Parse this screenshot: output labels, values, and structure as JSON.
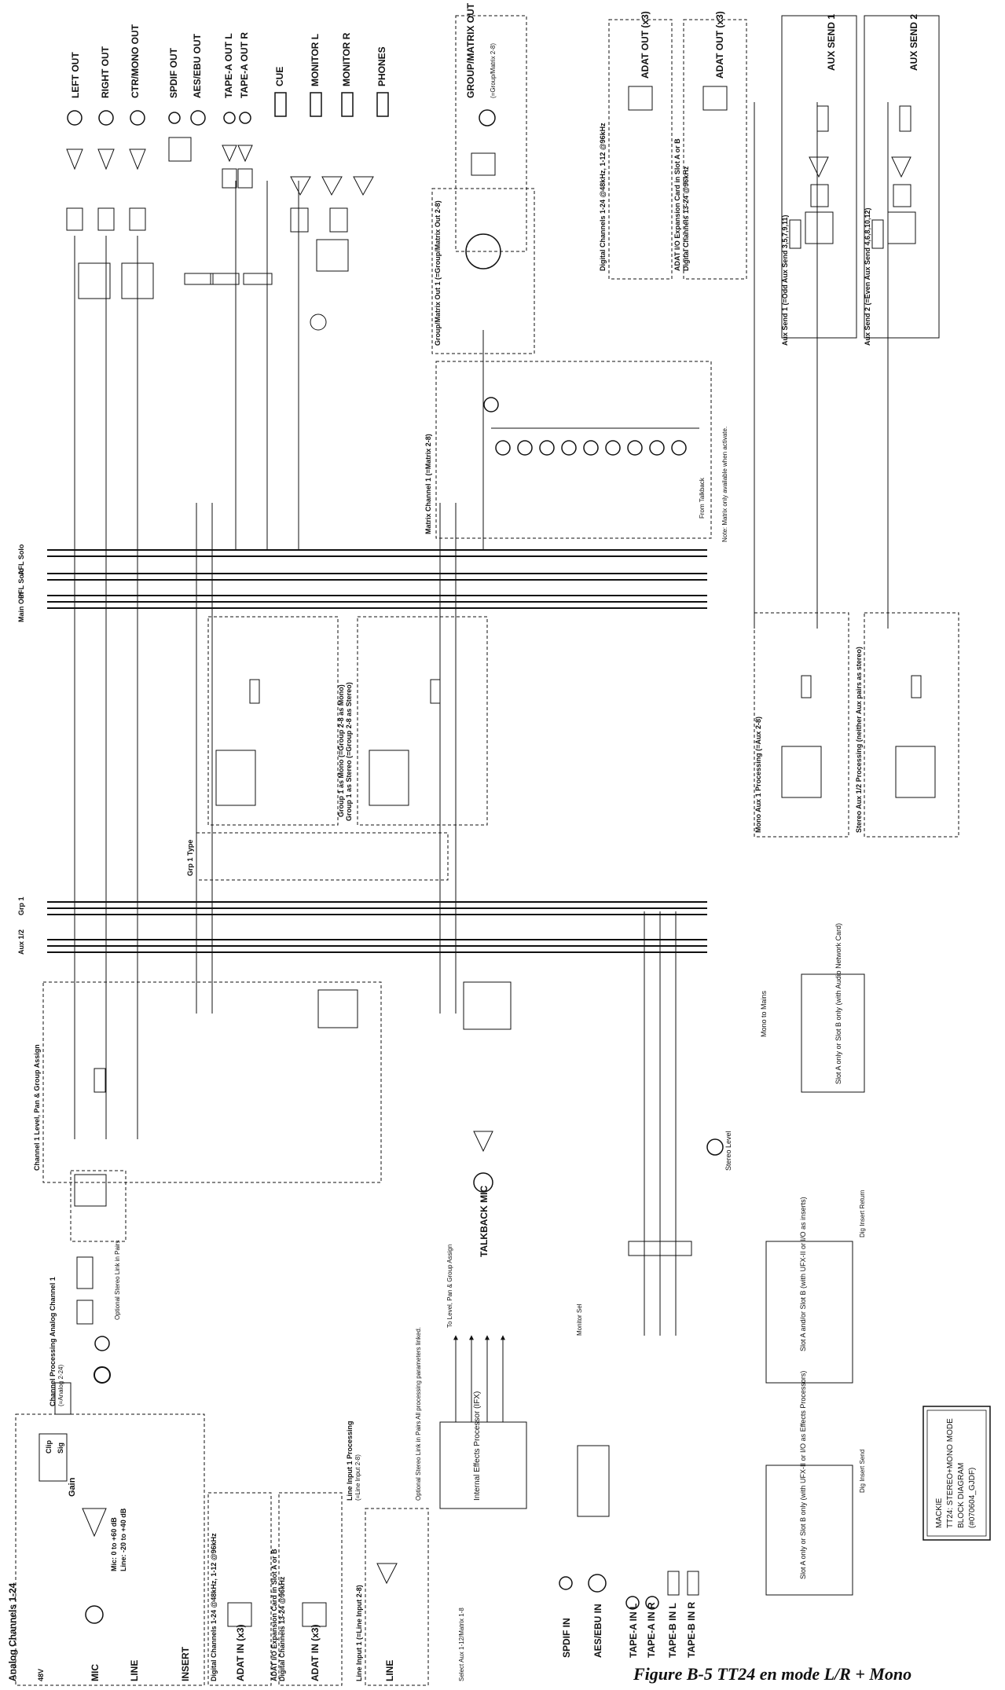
{
  "title_box": {
    "line1": "MACKIE",
    "line2": "TT24: STEREO+MONO MODE",
    "line3": "BLOCK DIAGRAM",
    "line4": "(#070604_GJDF)"
  },
  "figure_caption": "Figure B-5 TT24 en mode L/R + Mono",
  "outputs_top": [
    "LEFT OUT",
    "RIGHT OUT",
    "CTR/MONO OUT",
    "SPDIF OUT",
    "AES/EBU OUT",
    "TAPE-A OUT L",
    "TAPE-A OUT R",
    "CUE",
    "MONITOR L",
    "MONITOR R",
    "PHONES"
  ],
  "group_matrix_out": "GROUP/MATRIX OUT 1",
  "group_matrix_out_sub": "(=Group/Matrix 2-8)",
  "adat_out": [
    "ADAT OUT (x3)",
    "ADAT OUT (x3)"
  ],
  "aux_sends": [
    "AUX SEND 1",
    "AUX SEND 2"
  ],
  "section_titles": {
    "analog_channels": "Analog Channels 1-24",
    "channel_processing": "Channel Processing Analog Channel 1",
    "channel_processing_sub": "(=Analog 2-24)",
    "channel_level": "Channel 1 Level, Pan & Group Assign",
    "group1_mono": "Group 1 as Mono (=Group 2-8 as Mono)",
    "group1_stereo": "Group 1 as Stereo (=Group 2-8 as Stereo)",
    "grp1_type": "Grp 1 Type",
    "matrix_channel": "Matrix Channel 1 (=Matrix 2-8)",
    "group_matrix_out1": "Group/Matrix Out 1 (=Group/Matrix Out 2-8)",
    "digital_channels_out": "Digital Channels 1-24 @48kHz, 1-12 @96kHz",
    "adat_card_out": "ADAT I/O Expansion Card in Slot A or B",
    "adat_card_out2": "Digital Channels 13-24 @96kHz",
    "aux_send1": "Aux Send 1 (=Odd Aux Send 3,5,7,9,11)",
    "aux_send2": "Aux Send 2 (=Even Aux Send 4,6,8,10,12)",
    "mono_aux": "Mono Aux 1 Processing (=Aux 2-8)",
    "stereo_aux": "Stereo Aux 1/2 Processing (neither Aux pairs as stereo)",
    "line_input": "Line Input 1 Processing",
    "line_input_sub": "(=Line Input 2-8)",
    "line_input1": "Line Input 1 (=Line Input 2-8)",
    "digital_channels_in": "Digital Channels 1-24 @48kHz, 1-12 @96kHz",
    "adat_card_in": "ADAT I/O Expansion Card in Slot A or B",
    "adat_card_in2": "Digital Channels 13-24 @96kHz"
  },
  "bus_labels": [
    "AFL Solo",
    "PFL Solo",
    "Main Out",
    "Grp 1",
    "Aux 1/2"
  ],
  "inputs_bottom": [
    "MIC",
    "LINE",
    "INSERT",
    "ADAT IN (x3)",
    "ADAT IN (x3)",
    "LINE",
    "SPDIF IN",
    "AES/EBU IN",
    "TAPE-A IN L",
    "TAPE-A IN R",
    "TAPE-B IN L",
    "TAPE-B IN R",
    "TALKBACK MIC"
  ],
  "small_labels": {
    "gain": "Gain",
    "clip": "Clip",
    "sig": "Sig",
    "mic_range": "Mic: 0 to +60 dB",
    "line_range": "Line: -20 to +40 dB",
    "v48": "48V",
    "ifx": "Internal Effects Processor (IFX)",
    "slot_a_only": "Slot A only or Slot B only (with Audio Network Card)",
    "slot_a_b": "Slot A and/or Slot B (with UFX-II or I/O as inserts)",
    "slot_a_only_2": "Slot A only or Slot B only (with UFX-II or I/O as Effects Processors)",
    "to_mains": "Mono to Mains",
    "stereo_level": "Stereo Level",
    "opt_stereo_link": "Optional Stereo Link in Pairs",
    "opt_stereo_link_line": "Optional Stereo Link in Pairs All processing parameters linked.",
    "matrix_note": "Note: Matrix only available when activate.",
    "to_level_pan": "To Level, Pan & Group Assign",
    "monitor_sel": "Monitor Sel",
    "select_aux": "Select Aux 1-12/Matrix 1-8",
    "dig_insert_return": "Dig Insert Return",
    "dig_insert_send": "Dig Insert Send",
    "from_talkback": "From Talkback"
  }
}
